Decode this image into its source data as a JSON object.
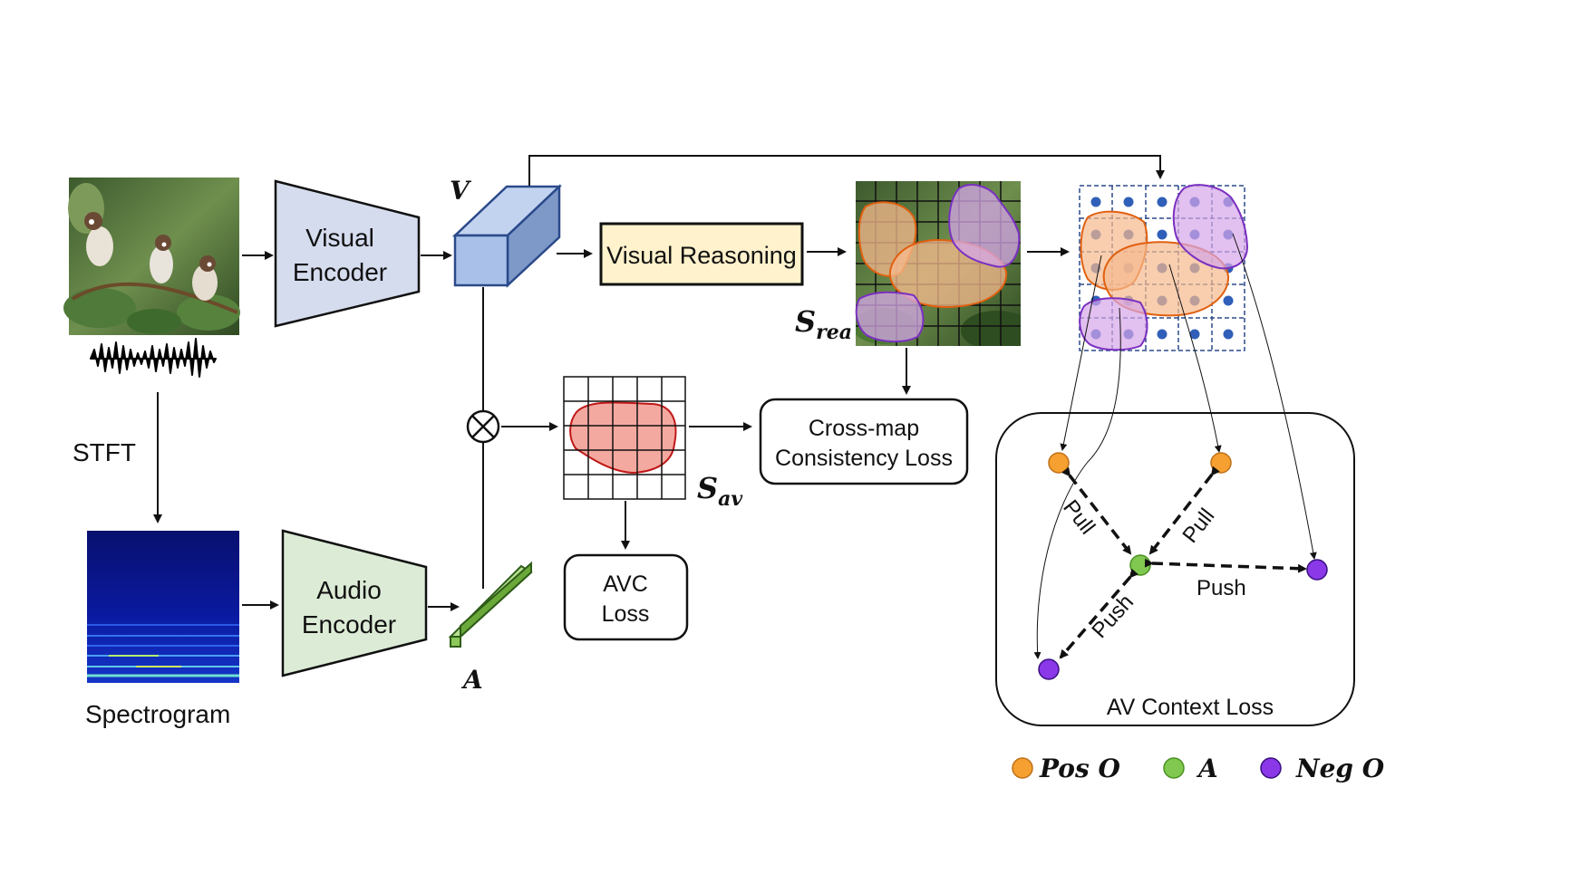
{
  "blocks": {
    "visual_encoder": [
      "Visual",
      "Encoder"
    ],
    "audio_encoder": [
      "Audio",
      "Encoder"
    ],
    "visual_reasoning": "Visual Reasoning",
    "cross_map_loss": [
      "Cross-map",
      "Consistency Loss"
    ],
    "avc_loss": [
      "AVC",
      "Loss"
    ],
    "av_context_loss": "AV Context Loss"
  },
  "labels": {
    "stft": "STFT",
    "spectrogram": "Spectrogram",
    "v_feature": "V",
    "a_feature": "A",
    "s_rea_main": "S",
    "s_rea_sub": "rea",
    "s_av_main": "S",
    "s_av_sub": "av",
    "pull_1": "Pull",
    "pull_2": "Pull",
    "push_1": "Push",
    "push_2": "Push"
  },
  "legend": [
    {
      "label": "Pos O",
      "color": "#f5a030"
    },
    {
      "label": "A",
      "color": "#80c850"
    },
    {
      "label": "Neg O",
      "color": "#8a38e8"
    }
  ],
  "colors": {
    "visual_encoder_fill": "#d5dcee",
    "audio_encoder_fill": "#dcebd5",
    "visual_reasoning_fill": "#fff2cc",
    "cube_fill": "#a9c1e8",
    "audio_bar_fill": "#8cc85a",
    "sav_region_fill": "#f4a9a0",
    "pos_region_fill": "#f7b98d",
    "neg_region_fill": "#d6a5e8",
    "grid_dot": "#2f5fb8"
  },
  "icons": [
    "bird-photo",
    "waveform-icon",
    "spectrogram-image",
    "multiply-icon"
  ]
}
